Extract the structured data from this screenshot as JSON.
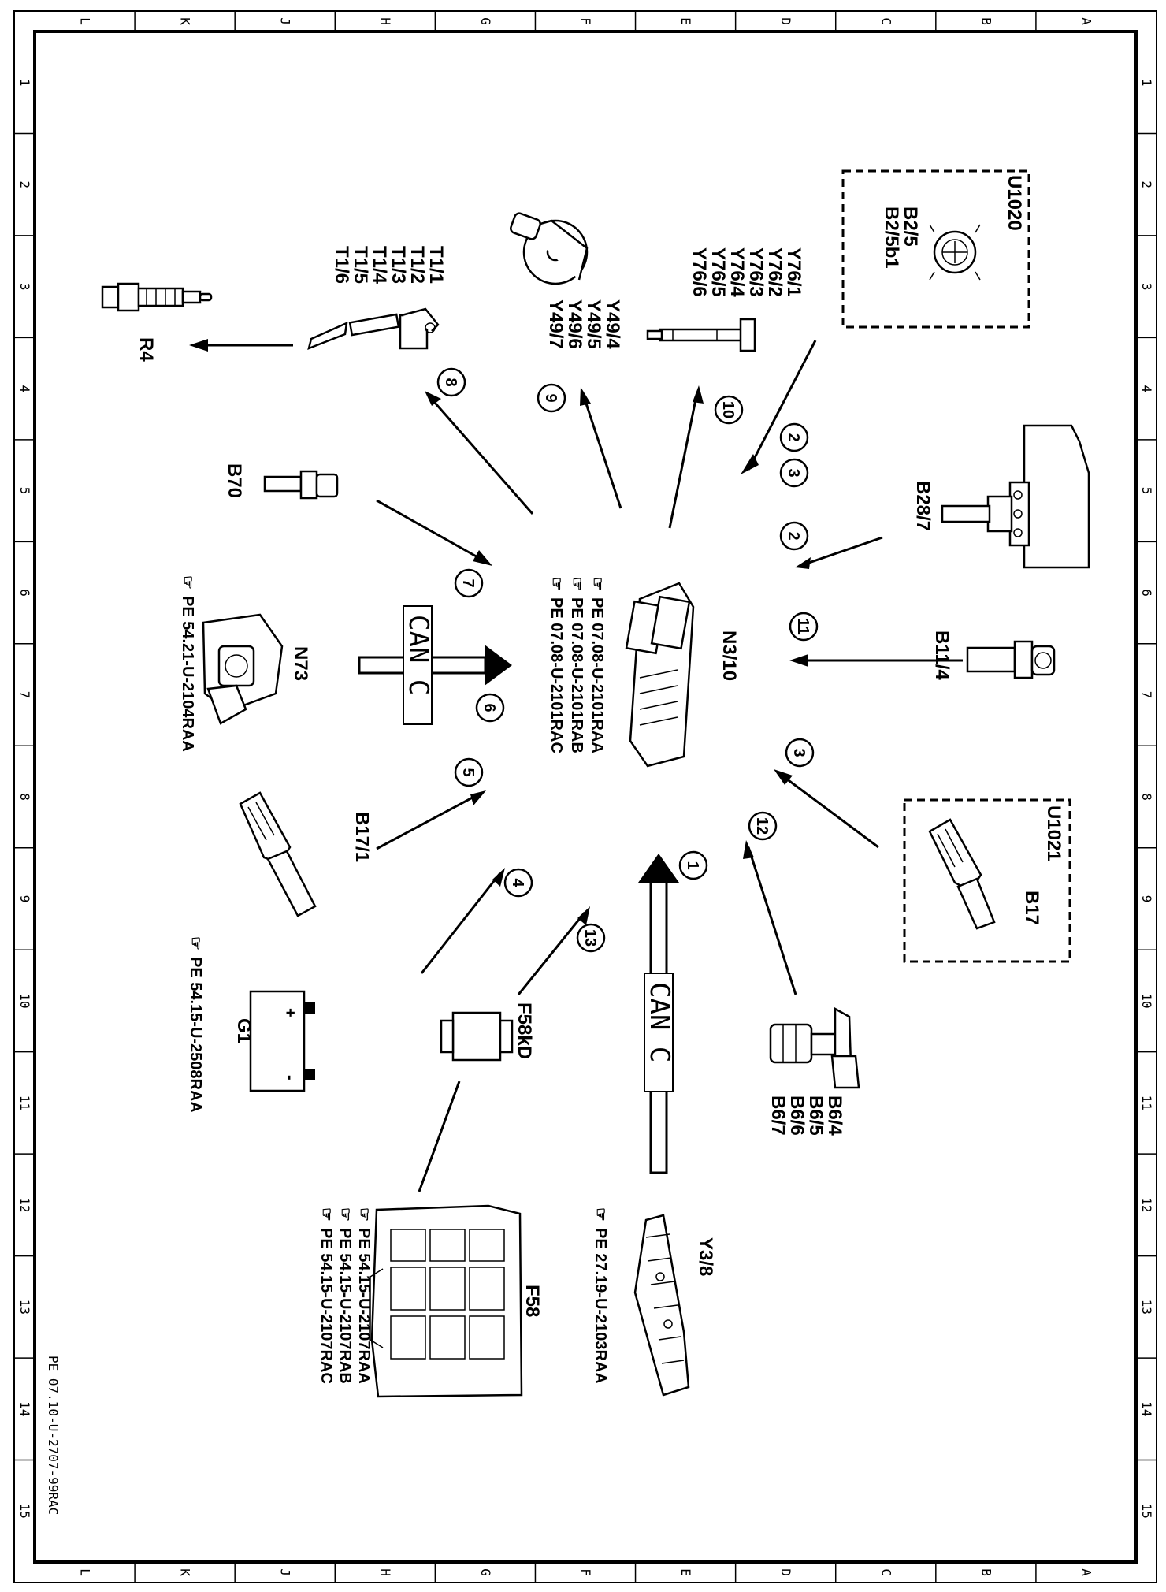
{
  "grid": {
    "letters": [
      "L",
      "K",
      "J",
      "H",
      "G",
      "F",
      "E",
      "D",
      "C",
      "B",
      "A"
    ],
    "numbers": [
      "1",
      "2",
      "3",
      "4",
      "5",
      "6",
      "7",
      "8",
      "9",
      "10",
      "11",
      "12",
      "13",
      "14",
      "15"
    ]
  },
  "document_ref": "PE 07.10-U-2707-99RAC",
  "center": {
    "label": "N3/10",
    "refs": [
      "PE 07.08-U-2101RAA",
      "PE 07.08-U-2101RAB",
      "PE 07.08-U-2101RAC"
    ]
  },
  "components": {
    "u1020": {
      "box": "U1020",
      "lines": [
        "B2/5",
        "B2/5b1"
      ]
    },
    "u1021": {
      "box": "U1021",
      "lines": [
        "B17"
      ]
    },
    "b28_7": "B28/7",
    "b11_4": "B11/4",
    "b6": [
      "B6/4",
      "B6/5",
      "B6/6",
      "B6/7"
    ],
    "y3_8": {
      "label": "Y3/8",
      "ref": "PE 27.19-U-2103RAA"
    },
    "f58": {
      "label": "F58",
      "refs": [
        "PE 54.15-U-2107RAA",
        "PE 54.15-U-2107RAB",
        "PE 54.15-U-2107RAC"
      ]
    },
    "f58kd": "F58kD",
    "g1": {
      "label": "G1",
      "ref": "PE 54.15-U-2508RAA",
      "plus": "+",
      "minus": "-"
    },
    "b17_1": "B17/1",
    "n73": {
      "label": "N73",
      "ref": "PE 54.21-U-2104RAA"
    },
    "b70": "B70",
    "t1": [
      "T1/1",
      "T1/2",
      "T1/3",
      "T1/4",
      "T1/5",
      "T1/6"
    ],
    "r4": "R4",
    "y49": [
      "Y49/4",
      "Y49/5",
      "Y49/6",
      "Y49/7"
    ],
    "y76": [
      "Y76/1",
      "Y76/2",
      "Y76/3",
      "Y76/4",
      "Y76/5",
      "Y76/6"
    ]
  },
  "can_label": "CAN C",
  "circles": [
    "1",
    "2",
    "3",
    "4",
    "5",
    "6",
    "7",
    "8",
    "9",
    "10",
    "11",
    "12",
    "13"
  ],
  "ref_icon": "pointing-hand-icon"
}
